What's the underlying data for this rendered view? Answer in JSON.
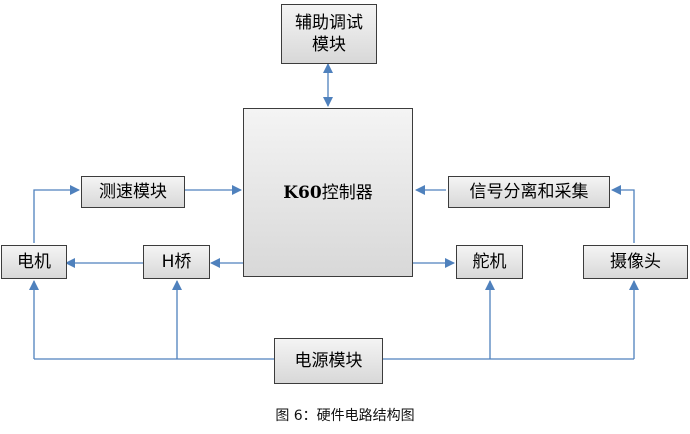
{
  "diagram": {
    "nodes": {
      "debug": "辅助调试\n模块",
      "speed": "测速模块",
      "controller_prefix": "K60",
      "controller_suffix": "控制器",
      "signal": "信号分离和采集",
      "motor": "电机",
      "hbridge": "H桥",
      "servo": "舵机",
      "camera": "摄像头",
      "power": "电源模块"
    },
    "caption": "图 6：硬件电路结构图",
    "colors": {
      "line": "#4f81bd",
      "box_border": "#3c3c3c",
      "box_fill_top": "#f4f4f4",
      "box_fill_bottom": "#d8d8d8"
    }
  }
}
